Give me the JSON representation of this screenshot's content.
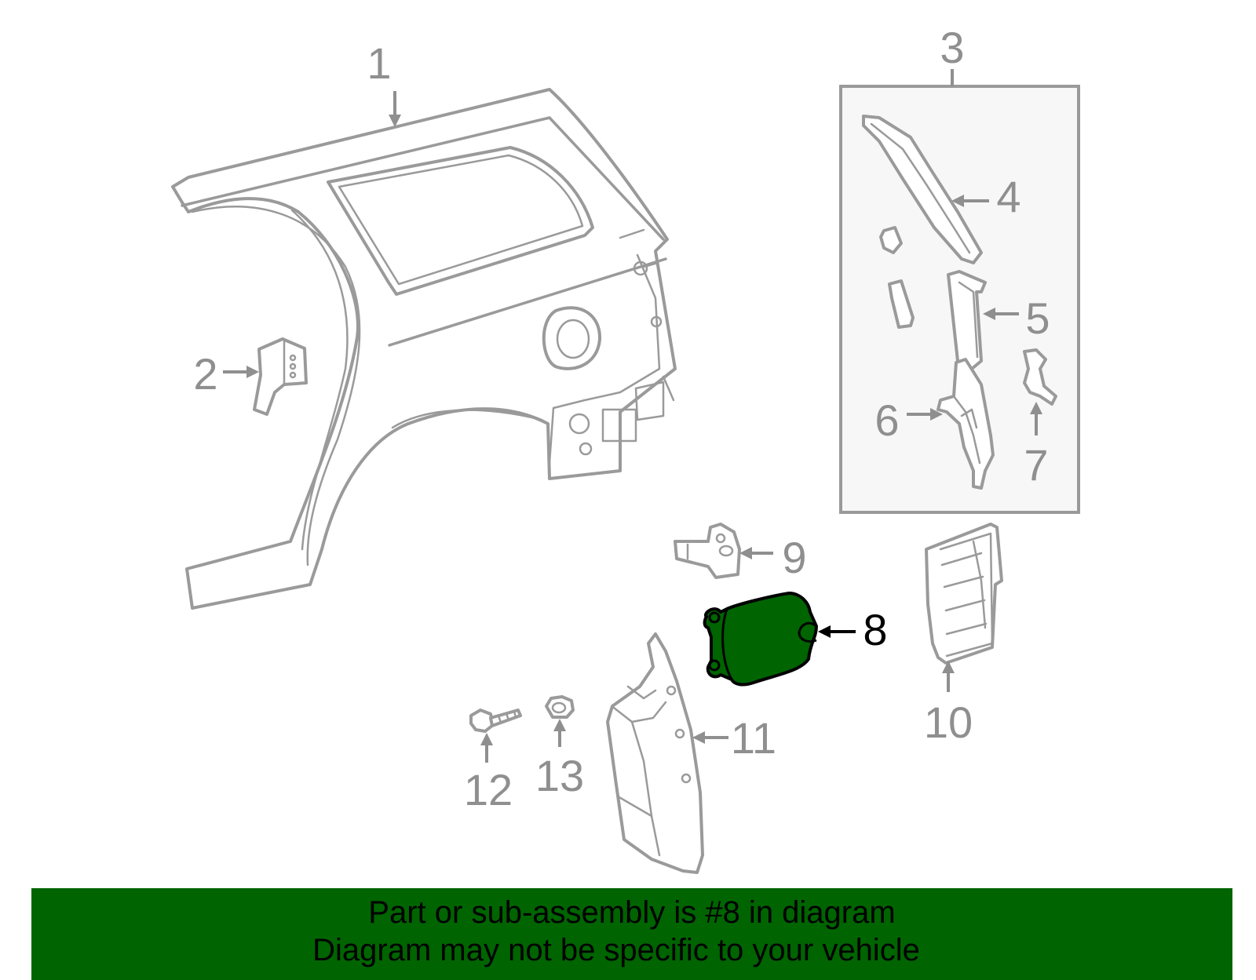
{
  "labels": {
    "p1": "1",
    "p2": "2",
    "p3": "3",
    "p4": "4",
    "p5": "5",
    "p6": "6",
    "p7": "7",
    "p8": "8",
    "p9": "9",
    "p10": "10",
    "p11": "11",
    "p12": "12",
    "p13": "13"
  },
  "banner": {
    "line1": "Part or sub-assembly is #8 in diagram",
    "line2": "Diagram may not be specific to your vehicle"
  },
  "colors": {
    "highlight": "#006400",
    "part_stroke": "#9a9a9a",
    "label_gray": "#8f8f8f",
    "banner_bg": "#006400"
  }
}
